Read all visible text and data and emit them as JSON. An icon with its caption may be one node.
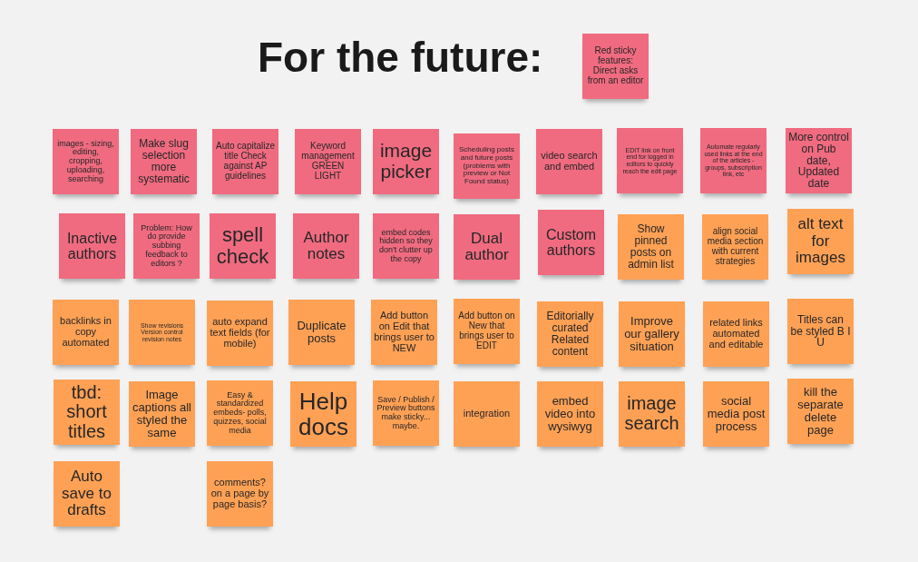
{
  "diagram": {
    "title": "For the future:",
    "nodes": [
      {
        "text": [
          "Red sticky features: Direct asks from an editor"
        ]
      },
      {
        "text": [
          "images - sizing, editing, cropping, uploading, searching"
        ]
      },
      {
        "text": [
          "Make slug selection more systematic"
        ]
      },
      {
        "text": [
          "Auto capitalize title Check against AP guidelines"
        ]
      },
      {
        "text": [
          "Keyword management GREEN LIGHT"
        ]
      },
      {
        "text": [
          "image picker"
        ]
      },
      {
        "text": [
          "Scheduling posts and future posts (problems with preview or Not Found status)"
        ]
      },
      {
        "text": [
          "video search and embed"
        ]
      },
      {
        "text": [
          "EDIT link on front end for logged in editors to quickly reach the edit page"
        ]
      },
      {
        "text": [
          "Automate regularly used links at the end of the articles - groups, subscription link, etc"
        ]
      },
      {
        "text": [
          "More control on Pub date, Updated date"
        ]
      },
      {
        "text": [
          "Inactive authors"
        ]
      },
      {
        "text": [
          "Problem: How do provide subbing feedback to editors ?"
        ]
      },
      {
        "text": [
          "spell check"
        ]
      },
      {
        "text": [
          "Author notes"
        ]
      },
      {
        "text": [
          "embed codes hidden so they don't clutter up the copy"
        ]
      },
      {
        "text": [
          "Dual author"
        ]
      },
      {
        "text": [
          "Custom authors"
        ]
      },
      {
        "text": [
          "Show pinned posts on admin list"
        ]
      },
      {
        "text": [
          "align social media section with current strategies"
        ]
      },
      {
        "text": [
          "alt text for images"
        ]
      },
      {
        "text": [
          "backlinks in copy automated"
        ]
      },
      {
        "text": [
          "Show revisions Version control revision notes"
        ]
      },
      {
        "text": [
          "auto expand text fields (for mobile)"
        ]
      },
      {
        "text": [
          "Duplicate posts"
        ]
      },
      {
        "text": [
          "Add button on Edit that brings user to NEW"
        ]
      },
      {
        "text": [
          "Add button on New that brings user to EDIT"
        ]
      },
      {
        "text": [
          "Editorially curated Related content"
        ]
      },
      {
        "text": [
          "Improve our gallery situation"
        ]
      },
      {
        "text": [
          "related links automated and editable"
        ]
      },
      {
        "text": [
          "Titles can be styled B I U"
        ]
      },
      {
        "text": [
          "tbd: short titles"
        ]
      },
      {
        "text": [
          "Image captions all styled the same"
        ]
      },
      {
        "text": [
          "Easy & standardized embeds- polls, quizzes, social media"
        ]
      },
      {
        "text": [
          "Help docs"
        ]
      },
      {
        "text": [
          "Save / Publish / Preview buttons make sticky... maybe."
        ]
      },
      {
        "text": [
          "integration"
        ]
      },
      {
        "text": [
          "embed video into wysiwyg"
        ]
      },
      {
        "text": [
          "image search"
        ]
      },
      {
        "text": [
          "social media post process"
        ]
      },
      {
        "text": [
          "kill the separate delete page"
        ]
      },
      {
        "text": [
          "Auto save to drafts"
        ]
      },
      {
        "text": [
          "comments? on a page by page basis?"
        ]
      }
    ]
  }
}
